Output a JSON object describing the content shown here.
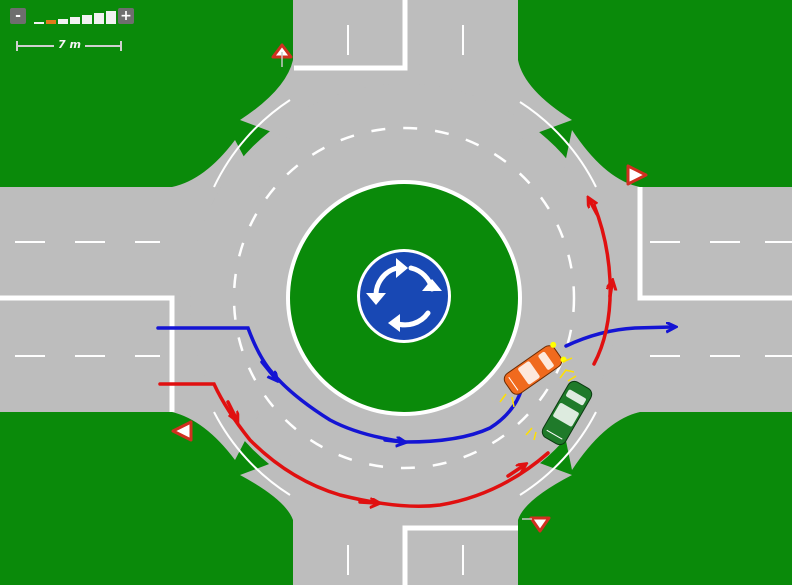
{
  "zoom_control": {
    "zoom_out_icon": "-",
    "zoom_in_icon": "+",
    "level_count": 7,
    "active_level": 2,
    "scale_label": "7 m"
  },
  "scene": {
    "roundabout_sign_icon": "roundabout-mandatory-sign-icon",
    "yield_sign_icon": "yield-warning-sign-icon",
    "vehicles": [
      {
        "name": "orange-car",
        "color": "#f06a1e"
      },
      {
        "name": "green-car",
        "color": "#1f7a2a"
      }
    ],
    "routes": [
      {
        "name": "blue-route",
        "color": "#1414d4"
      },
      {
        "name": "red-route",
        "color": "#e01010"
      }
    ],
    "colors": {
      "grass": "#0a8a0a",
      "road": "#bdbdbd",
      "sign": "#1848b4",
      "marking": "#ffffff"
    }
  }
}
